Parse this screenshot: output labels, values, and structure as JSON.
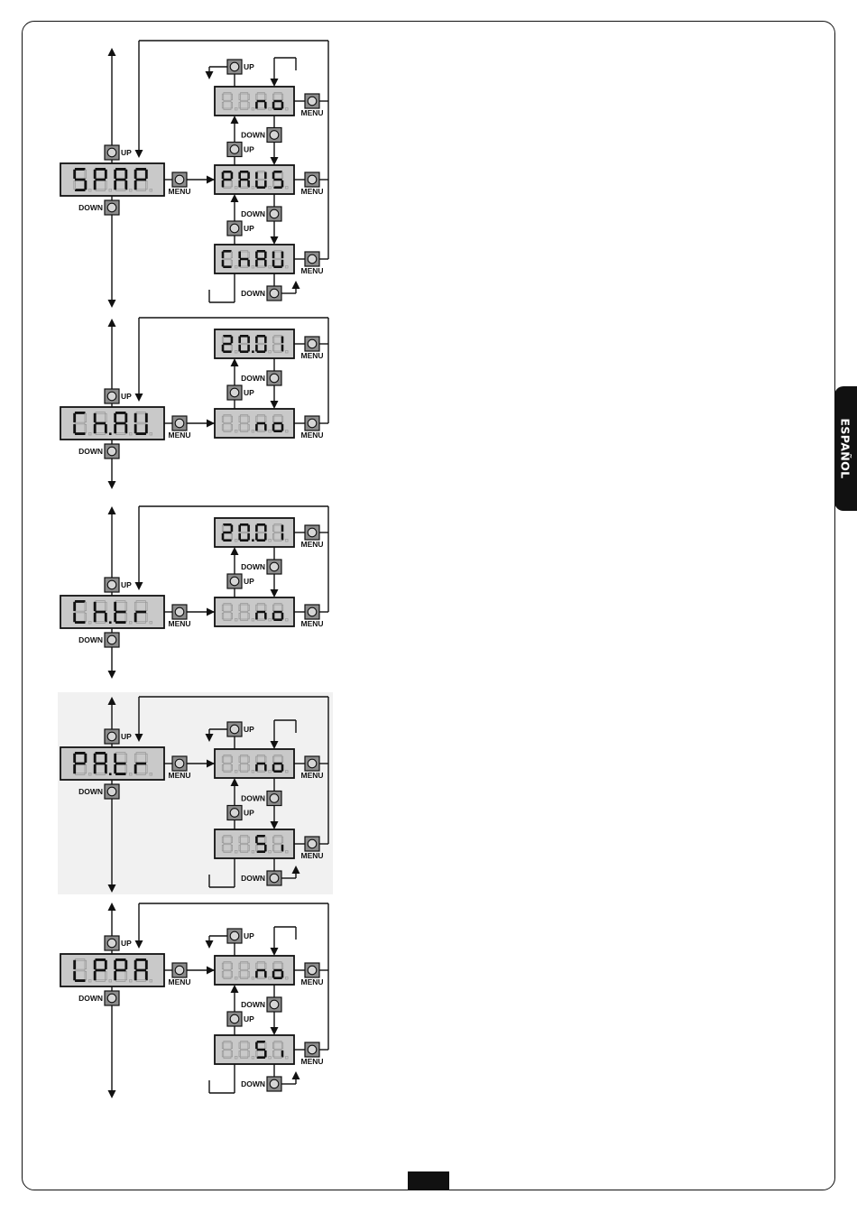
{
  "language_tab": "ESPAÑOL",
  "colors": {
    "display_bg": "#c9c9c9",
    "button_bg": "#8c8c8c",
    "ghost_segment": "#9a9a9a",
    "panel_bg": "#f1f1f1"
  },
  "icons": [
    "push-button-icon",
    "arrow-icon"
  ],
  "labels": {
    "up": "UP",
    "down": "DOWN",
    "menu": "MENU"
  },
  "diagrams": [
    {
      "main": "SPAP",
      "options": [
        "no",
        "PAUS",
        "ChAU"
      ],
      "top_loop_from": 1
    },
    {
      "main": "Ch.AU",
      "options": [
        "20.01",
        "no"
      ],
      "top_loop_from": 0
    },
    {
      "main": "Ch.tr",
      "options": [
        "20.01",
        "no"
      ],
      "top_loop_from": 0
    },
    {
      "main": "PA.tr",
      "options": [
        "no",
        "Si"
      ],
      "top_loop_from": 0
    },
    {
      "main": "LPPA",
      "options": [
        "no",
        "Si"
      ],
      "top_loop_from": 0
    }
  ]
}
